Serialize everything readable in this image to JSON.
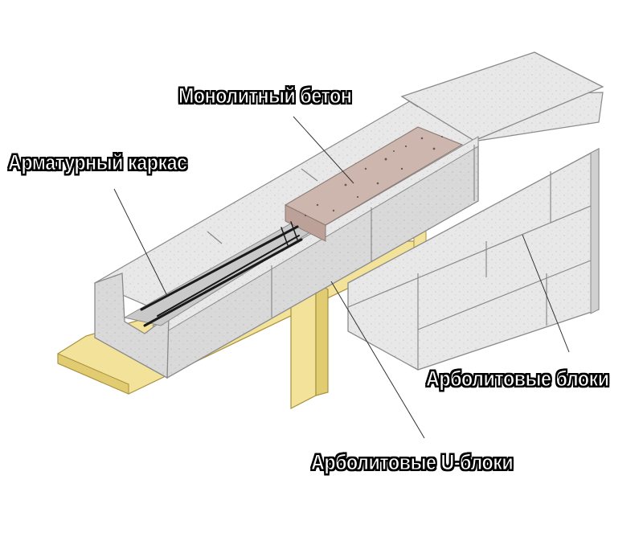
{
  "labels": {
    "concrete": "Монолитный бетон",
    "rebar": "Арматурный каркас",
    "blocks": "Арболитовые блоки",
    "u_blocks": "Арболитовые U-блоки"
  },
  "colors": {
    "block_fill": "#e6e6e6",
    "block_edge": "#8a8a8a",
    "concrete_fill": "#cdb6ad",
    "timber_fill": "#f3e29a",
    "timber_edge": "#a8913f",
    "rebar": "#1a1a1a",
    "leader_line": "#333333"
  }
}
